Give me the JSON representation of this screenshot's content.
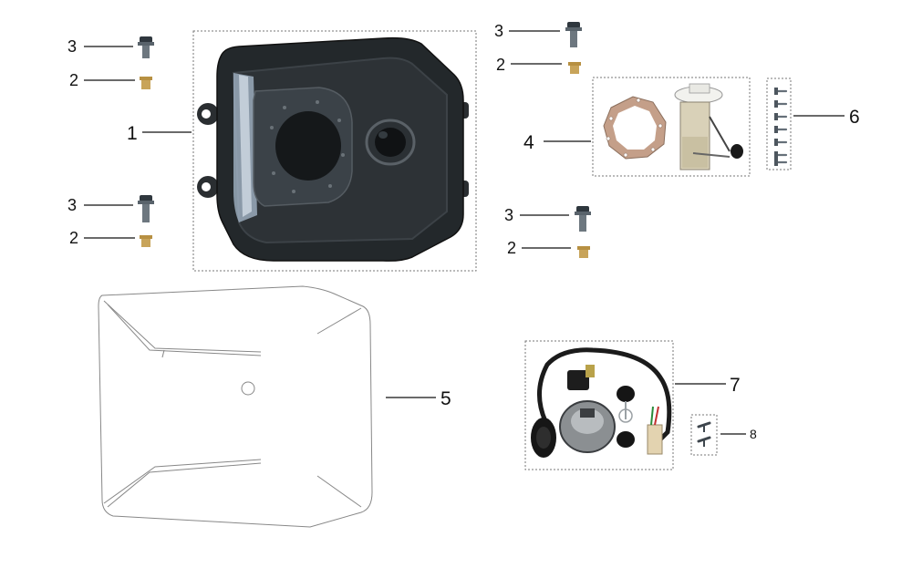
{
  "diagram": {
    "callouts": [
      {
        "id": "c1",
        "label": "1"
      },
      {
        "id": "c2a",
        "label": "2"
      },
      {
        "id": "c2b",
        "label": "2"
      },
      {
        "id": "c2c",
        "label": "2"
      },
      {
        "id": "c2d",
        "label": "2"
      },
      {
        "id": "c3a",
        "label": "3"
      },
      {
        "id": "c3b",
        "label": "3"
      },
      {
        "id": "c3c",
        "label": "3"
      },
      {
        "id": "c3d",
        "label": "3"
      },
      {
        "id": "c4",
        "label": "4"
      },
      {
        "id": "c5",
        "label": "5"
      },
      {
        "id": "c6",
        "label": "6"
      },
      {
        "id": "c7",
        "label": "7"
      },
      {
        "id": "c8",
        "label": "8"
      }
    ],
    "colors": {
      "tank": "#1f2326",
      "tank_highlight": "#9fb4c8",
      "bolt": "#3c4650",
      "washer": "#b08a3c",
      "gasket": "#c7a08a",
      "pump_body": "#d8d0b6",
      "outline": "#555555"
    }
  }
}
